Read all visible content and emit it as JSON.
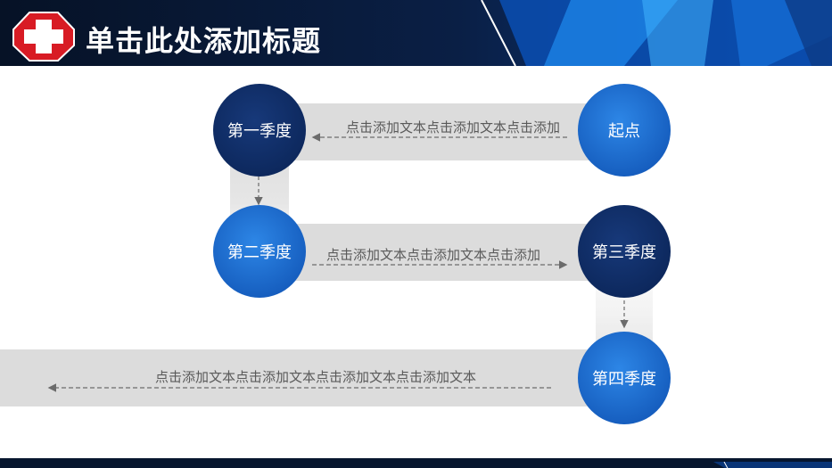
{
  "header": {
    "title": "单击此处添加标题",
    "logo_icon": "red-cross-icon"
  },
  "colors": {
    "header_bg": "#07162e",
    "accent_blue": "#1a73d9",
    "dark_blue": "#0d2a66",
    "band_gray": "#dcdcdc",
    "cross_red": "#d81b24"
  },
  "flow": {
    "nodes": {
      "start": "起点",
      "q1": "第一季度",
      "q2": "第二季度",
      "q3": "第三季度",
      "q4": "第四季度"
    },
    "bands": {
      "start_to_q1": "点击添加文本点击添加文本点击添加",
      "q2_to_q3": "点击添加文本点击添加文本点击添加",
      "q4_to_end": "点击添加文本点击添加文本点击添加文本点击添加文本"
    }
  }
}
